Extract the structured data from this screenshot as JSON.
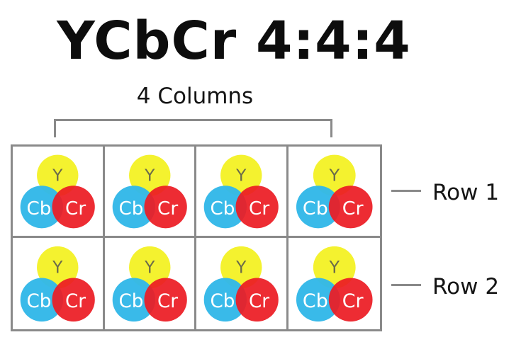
{
  "title": "YCbCr 4:4:4",
  "columns_label": "4 Columns",
  "rows": [
    {
      "label": "Row 1"
    },
    {
      "label": "Row 2"
    }
  ],
  "grid": {
    "columns": 4,
    "rows": 2
  },
  "sample": {
    "y": {
      "label": "Y",
      "color": "#f4f22f",
      "text_color": "#6b6b4a"
    },
    "cb": {
      "label": "Cb",
      "color": "#33b8e8",
      "text_color": "#ffffff"
    },
    "cr": {
      "label": "Cr",
      "color": "#ec1c24",
      "text_color": "#ffffff"
    }
  },
  "colors": {
    "grid_line": "#8a8a8a",
    "text": "#141414"
  }
}
